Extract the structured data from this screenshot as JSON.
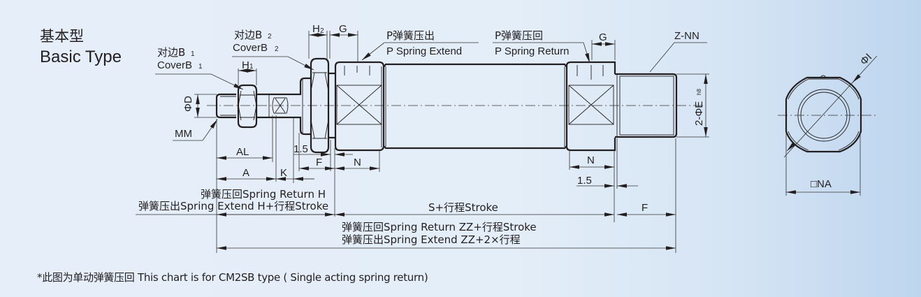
{
  "title": {
    "cn": "基本型",
    "en": "Basic Type"
  },
  "labels": {
    "cover_b1_cn": "对边B",
    "cover_b1_en": "CoverB",
    "cover_b1_sub": "1",
    "cover_b2_cn": "对边B",
    "cover_b2_en": "CoverB",
    "cover_b2_sub": "2",
    "h1": "H",
    "h1_sub": "1",
    "h2": "H",
    "h2_sub": "2",
    "g_left": "G",
    "g_right": "G",
    "spring_extend_cn": "P弹簧压出",
    "spring_extend_en": "P Spring Extend",
    "spring_return_cn": "P弹簧压回",
    "spring_return_en": "P Spring Return",
    "z_nn": "Z-NN",
    "phi_d": "ΦD",
    "mm": "MM",
    "phi_e": "2-ΦE",
    "phi_e_sub": "h8",
    "al": "AL",
    "a": "A",
    "k": "K",
    "f_left": "F",
    "n_left": "N",
    "n_right": "N",
    "gap_left": "1.5",
    "gap_right": "1.5",
    "h_return": "弹簧压回Spring Return  H",
    "h_extend": "弹簧压出Spring Extend  H+行程Stroke",
    "s_stroke": "S+行程Stroke",
    "f_right": "F",
    "zz_return": "弹簧压回Spring Return  ZZ+行程Stroke",
    "zz_extend": "弹簧压出Spring Extend  ZZ+2×行程",
    "phi_i": "ΦI",
    "na": "□NA"
  },
  "footnote": "*此图为单动弹簧压回 This chart is for CM2SB type ( Single acting spring return)"
}
